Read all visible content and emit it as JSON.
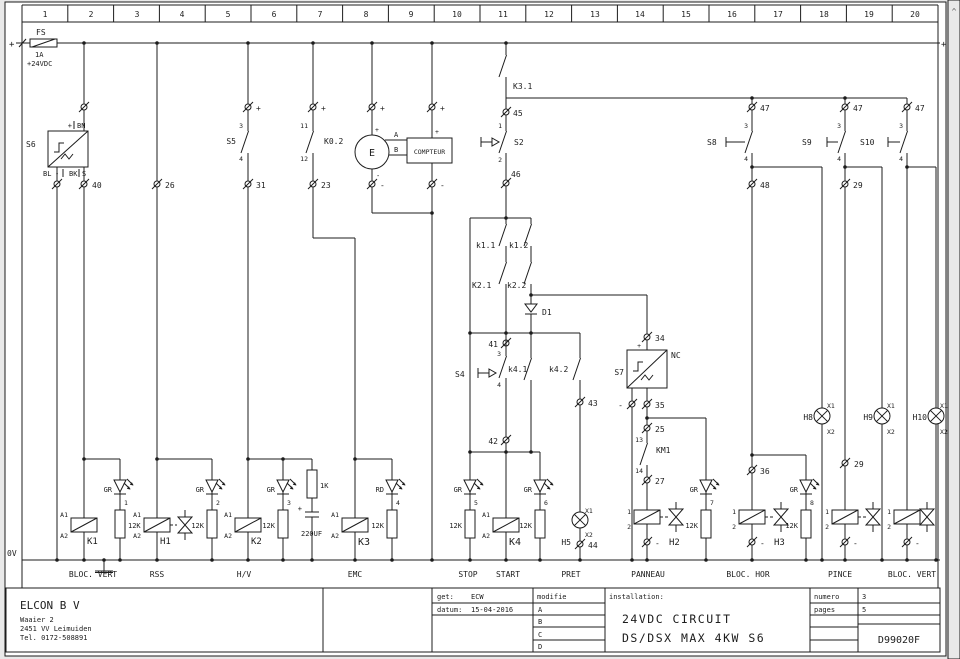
{
  "columns": [
    "1",
    "2",
    "3",
    "4",
    "5",
    "6",
    "7",
    "8",
    "9",
    "10",
    "11",
    "12",
    "13",
    "14",
    "15",
    "16",
    "17",
    "18",
    "19",
    "20"
  ],
  "sym": {
    "plus": "+",
    "minus": "-",
    "zero_v": "0V",
    "scroll_up": "^"
  },
  "fuse": {
    "name": "FS",
    "rating": "1A",
    "voltage": "+24VDC"
  },
  "s6": {
    "name": "S6",
    "bn": "BN",
    "bl": "BL",
    "bk": "BK",
    "s": "S"
  },
  "s7": {
    "name": "S7",
    "nc": "NC"
  },
  "sw": {
    "s2": "S2",
    "s4": "S4",
    "s5": "S5",
    "s8": "S8",
    "s9": "S9",
    "s10": "S10",
    "k02": "K0.2",
    "k31": "K3.1",
    "k11": "k1.1",
    "k12": "k1.2",
    "k21": "K2.1",
    "k22": "k2.2",
    "k41": "k4.1",
    "k42": "k4.2",
    "km1": "KM1"
  },
  "motor": {
    "name": "E",
    "a": "A",
    "b": "B",
    "counter": "COMPTEUR"
  },
  "d1": "D1",
  "t": {
    "t1": "1",
    "t2": "2",
    "t3": "3",
    "t4": "4",
    "t11": "11",
    "t12": "12",
    "t13": "13",
    "t14": "14",
    "a1": "A1",
    "a2": "A2",
    "x1": "X1",
    "x2": "X2"
  },
  "w": {
    "23": "23",
    "25": "25",
    "26": "26",
    "27": "27",
    "29": "29",
    "31": "31",
    "34": "34",
    "35": "35",
    "36": "36",
    "40": "40",
    "41": "41",
    "42": "42",
    "43": "43",
    "44": "44",
    "45": "45",
    "46": "46",
    "47": "47",
    "48": "48"
  },
  "coil": {
    "k1": "K1",
    "h1": "H1",
    "k2": "K2",
    "k3": "K3",
    "k4": "K4",
    "h2": "H2",
    "h3": "H3"
  },
  "lamp": {
    "h5": "H5",
    "h8": "H8",
    "h9": "H9",
    "h10": "H10"
  },
  "led": {
    "gr": "GR",
    "rd": "RD",
    "n1": "1",
    "n2": "2",
    "n3": "3",
    "n4": "4",
    "n5": "5",
    "n6": "6",
    "n7": "7",
    "n8": "8",
    "r12k": "12K",
    "r1k": "1K",
    "cap": "220UF"
  },
  "bottom_labels": [
    "BLOC. VERT",
    "RSS",
    "H/V",
    "EMC",
    "STOP",
    "START",
    "PRET",
    "PANNEAU",
    "BLOC. HOR",
    "PINCE",
    "BLOC. VERT"
  ],
  "title": {
    "company": "ELCON B V",
    "address1": "Waaier 2",
    "address2": "2451 VV Leimuiden",
    "phone": "Tel. 0172-508891",
    "get_label": "get:",
    "get_value": "ECW",
    "datum_label": "datum:",
    "datum_value": "15-04-2016",
    "modifie": "modifie",
    "rev_a": "A",
    "rev_b": "B",
    "rev_c": "C",
    "rev_d": "D",
    "installation_label": "installation:",
    "line1": "24VDC CIRCUIT",
    "line2": "DS/DSX MAX 4KW S6",
    "numero_label": "numero",
    "numero_value": "3",
    "pages_label": "pages",
    "pages_value": "5",
    "doc": "D99020F"
  }
}
